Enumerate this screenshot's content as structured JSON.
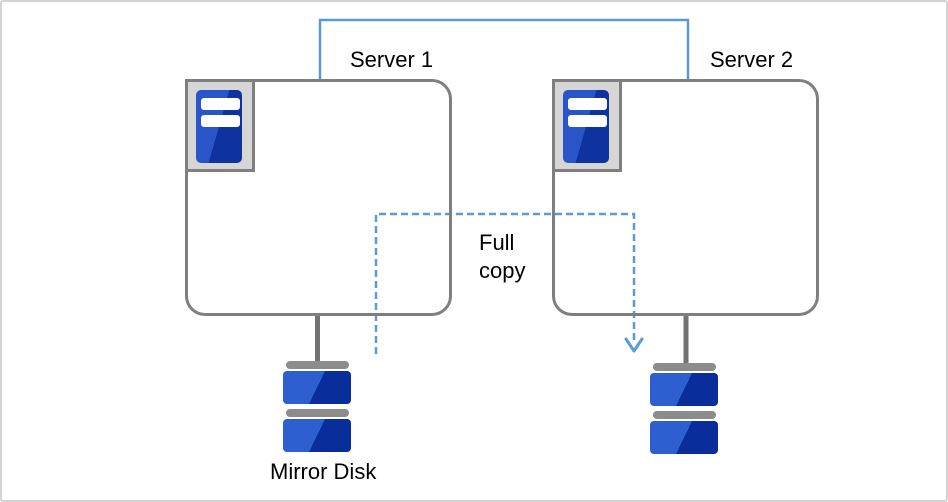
{
  "servers": [
    {
      "label": "Server 1"
    },
    {
      "label": "Server 2"
    }
  ],
  "disks": [
    {
      "label": "Mirror Disk",
      "attached_to": "Server 1"
    },
    {
      "label": "",
      "attached_to": "Server 2"
    }
  ],
  "edges": {
    "interconnect": {
      "type": "solid-line",
      "from": "Server 1",
      "to": "Server 2"
    },
    "full_copy": {
      "type": "dashed-arrow",
      "label_line1": "Full",
      "label_line2": "copy",
      "from": "Server 1 disk",
      "to": "Server 2 disk",
      "direction": "down"
    }
  },
  "colors": {
    "line_blue": "#5b9bd5",
    "box_border_gray": "#7f7f7f",
    "connector_gray": "#737373",
    "disk_cap_gray": "#8c8c8c",
    "disk_blue_light": "#2e5fd0",
    "disk_blue_dark": "#092e9c",
    "icon_blue_light": "#2a55c9",
    "icon_blue_dark": "#0e339f",
    "icon_frame_gray": "#d6d6d6",
    "canvas_border": "#d3d3d3",
    "text": "#000000"
  }
}
